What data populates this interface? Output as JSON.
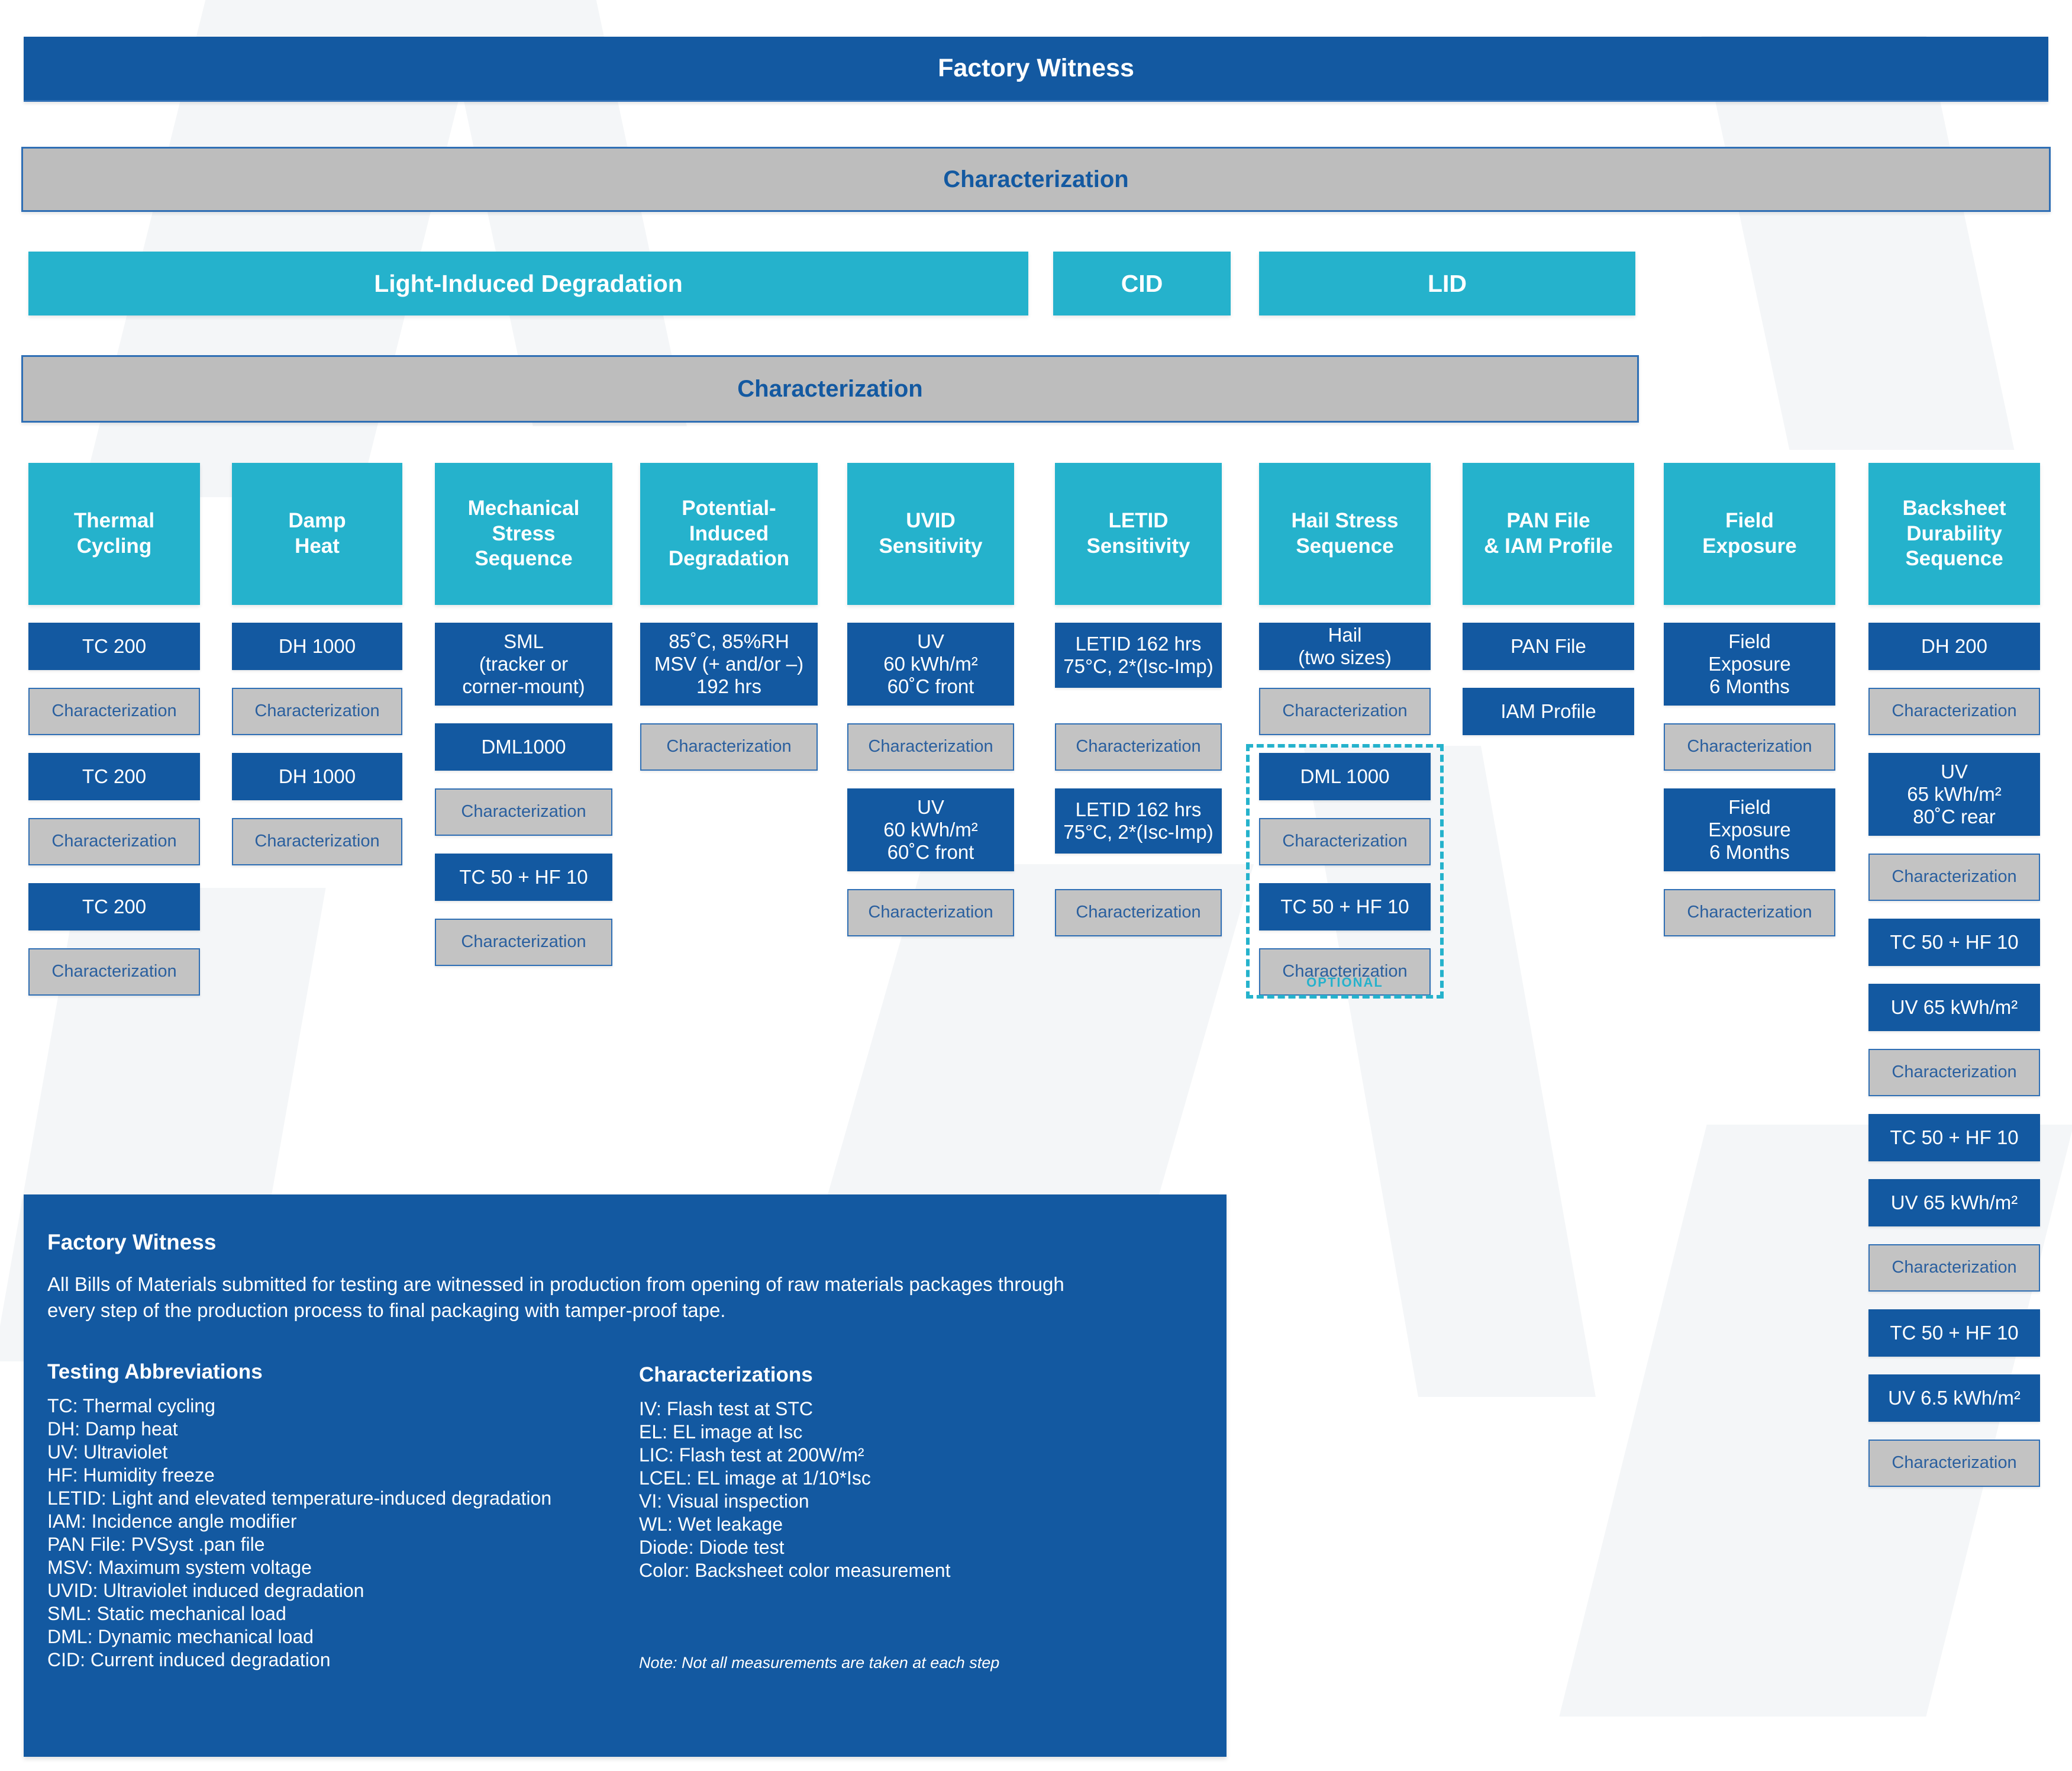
{
  "colors": {
    "dark_blue": "#1359a1",
    "cyan": "#25b2cc",
    "grey": "#bdbdbd",
    "white": "#ffffff"
  },
  "header": {
    "factory_witness": "Factory Witness",
    "characterization_1": "Characterization",
    "lid_row": [
      {
        "label": "Light-Induced Degradation"
      },
      {
        "label": "CID"
      },
      {
        "label": "LID"
      }
    ],
    "characterization_2": "Characterization"
  },
  "columns": [
    {
      "title": "Thermal\nCycling",
      "title_lines": [
        "Thermal",
        "Cycling"
      ],
      "steps": [
        {
          "type": "blue",
          "lines": [
            "TC 200"
          ]
        },
        {
          "type": "grey",
          "lines": [
            "Characterization"
          ]
        },
        {
          "type": "blue",
          "lines": [
            "TC 200"
          ]
        },
        {
          "type": "grey",
          "lines": [
            "Characterization"
          ]
        },
        {
          "type": "blue",
          "lines": [
            "TC 200"
          ]
        },
        {
          "type": "grey",
          "lines": [
            "Characterization"
          ]
        }
      ]
    },
    {
      "title_lines": [
        "Damp",
        "Heat"
      ],
      "steps": [
        {
          "type": "blue",
          "lines": [
            "DH 1000"
          ]
        },
        {
          "type": "grey",
          "lines": [
            "Characterization"
          ]
        },
        {
          "type": "blue",
          "lines": [
            "DH 1000"
          ]
        },
        {
          "type": "grey",
          "lines": [
            "Characterization"
          ]
        }
      ]
    },
    {
      "title_lines": [
        "Mechanical",
        "Stress",
        "Sequence"
      ],
      "steps": [
        {
          "type": "blue",
          "lines": [
            "SML",
            "(tracker or",
            "corner-mount)"
          ]
        },
        {
          "type": "blue",
          "lines": [
            "DML1000"
          ]
        },
        {
          "type": "grey",
          "lines": [
            "Characterization"
          ]
        },
        {
          "type": "blue",
          "lines": [
            "TC 50 + HF 10"
          ]
        },
        {
          "type": "grey",
          "lines": [
            "Characterization"
          ]
        }
      ]
    },
    {
      "title_lines": [
        "Potential-",
        "Induced",
        "Degradation"
      ],
      "steps": [
        {
          "type": "blue",
          "lines": [
            "85˚C, 85%RH",
            "MSV (+ and/or –)",
            "192 hrs"
          ]
        },
        {
          "type": "grey",
          "lines": [
            "Characterization"
          ]
        }
      ]
    },
    {
      "title_lines": [
        "UVID",
        "Sensitivity"
      ],
      "steps": [
        {
          "type": "blue",
          "lines": [
            "UV",
            "60 kWh/m²",
            "60˚C front"
          ]
        },
        {
          "type": "grey",
          "lines": [
            "Characterization"
          ]
        },
        {
          "type": "blue",
          "lines": [
            "UV",
            "60 kWh/m²",
            "60˚C front"
          ]
        },
        {
          "type": "grey",
          "lines": [
            "Characterization"
          ]
        }
      ]
    },
    {
      "title_lines": [
        "LETID",
        "Sensitivity"
      ],
      "steps": [
        {
          "type": "blue",
          "lines": [
            "LETID 162 hrs",
            "75°C, 2*(Isc-Imp)"
          ]
        },
        {
          "type": "grey",
          "lines": [
            "Characterization"
          ]
        },
        {
          "type": "blue",
          "lines": [
            "LETID 162 hrs",
            "75°C, 2*(Isc-Imp)"
          ]
        },
        {
          "type": "grey",
          "lines": [
            "Characterization"
          ]
        }
      ]
    },
    {
      "title_lines": [
        "Hail Stress",
        "Sequence"
      ],
      "steps": [
        {
          "type": "blue",
          "lines": [
            "Hail",
            "(two sizes)"
          ]
        },
        {
          "type": "grey",
          "lines": [
            "Characterization"
          ]
        },
        {
          "type": "blue",
          "lines": [
            "DML 1000"
          ]
        },
        {
          "type": "grey",
          "lines": [
            "Characterization"
          ]
        },
        {
          "type": "blue",
          "lines": [
            "TC 50 + HF 10"
          ]
        },
        {
          "type": "grey",
          "lines": [
            "Characterization"
          ]
        }
      ],
      "optional_label": "OPTIONAL"
    },
    {
      "title_lines": [
        "PAN File",
        "& IAM Profile"
      ],
      "steps": [
        {
          "type": "blue",
          "lines": [
            "PAN File"
          ]
        },
        {
          "type": "blue",
          "lines": [
            "IAM Profile"
          ]
        }
      ]
    },
    {
      "title_lines": [
        "Field",
        "Exposure"
      ],
      "steps": [
        {
          "type": "blue",
          "lines": [
            "Field",
            "Exposure",
            "6 Months"
          ]
        },
        {
          "type": "grey",
          "lines": [
            "Characterization"
          ]
        },
        {
          "type": "blue",
          "lines": [
            "Field",
            "Exposure",
            "6 Months"
          ]
        },
        {
          "type": "grey",
          "lines": [
            "Characterization"
          ]
        }
      ]
    },
    {
      "title_lines": [
        "Backsheet",
        "Durability",
        "Sequence"
      ],
      "steps": [
        {
          "type": "blue",
          "lines": [
            "DH 200"
          ]
        },
        {
          "type": "grey",
          "lines": [
            "Characterization"
          ]
        },
        {
          "type": "blue",
          "lines": [
            "UV",
            "65 kWh/m²",
            "80˚C rear"
          ]
        },
        {
          "type": "grey",
          "lines": [
            "Characterization"
          ]
        },
        {
          "type": "blue",
          "lines": [
            "TC 50 + HF 10"
          ]
        },
        {
          "type": "blue",
          "lines": [
            "UV 65 kWh/m²"
          ]
        },
        {
          "type": "grey",
          "lines": [
            "Characterization"
          ]
        },
        {
          "type": "blue",
          "lines": [
            "TC 50 + HF 10"
          ]
        },
        {
          "type": "blue",
          "lines": [
            "UV 65 kWh/m²"
          ]
        },
        {
          "type": "grey",
          "lines": [
            "Characterization"
          ]
        },
        {
          "type": "blue",
          "lines": [
            "TC 50 + HF 10"
          ]
        },
        {
          "type": "blue",
          "lines": [
            "UV 6.5 kWh/m²"
          ]
        },
        {
          "type": "grey",
          "lines": [
            "Characterization"
          ]
        }
      ]
    }
  ],
  "legend": {
    "title": "Factory Witness",
    "intro": "All Bills of Materials submitted for testing are witnessed in production from opening of raw materials packages through every step of the production process to final packaging with tamper-proof tape.",
    "abbrev_title": "Testing Abbreviations",
    "abbreviations": [
      "TC: Thermal cycling",
      "DH: Damp heat",
      "UV: Ultraviolet",
      "HF: Humidity freeze",
      "LETID: Light and elevated temperature-induced degradation",
      "IAM: Incidence angle modifier",
      "PAN File: PVSyst .pan file",
      "MSV: Maximum system voltage",
      "UVID: Ultraviolet induced degradation",
      "SML: Static mechanical load",
      "DML: Dynamic mechanical load",
      "CID: Current induced degradation"
    ],
    "charact_title": "Characterizations",
    "characterizations": [
      "IV: Flash test at STC",
      "EL: EL image at Isc",
      "LIC: Flash test at 200W/m²",
      "LCEL: EL image at 1/10*Isc",
      "VI: Visual inspection",
      "WL: Wet leakage",
      "Diode: Diode test",
      "Color: Backsheet color measurement"
    ],
    "note": "Note: Not all measurements are taken at each step"
  }
}
